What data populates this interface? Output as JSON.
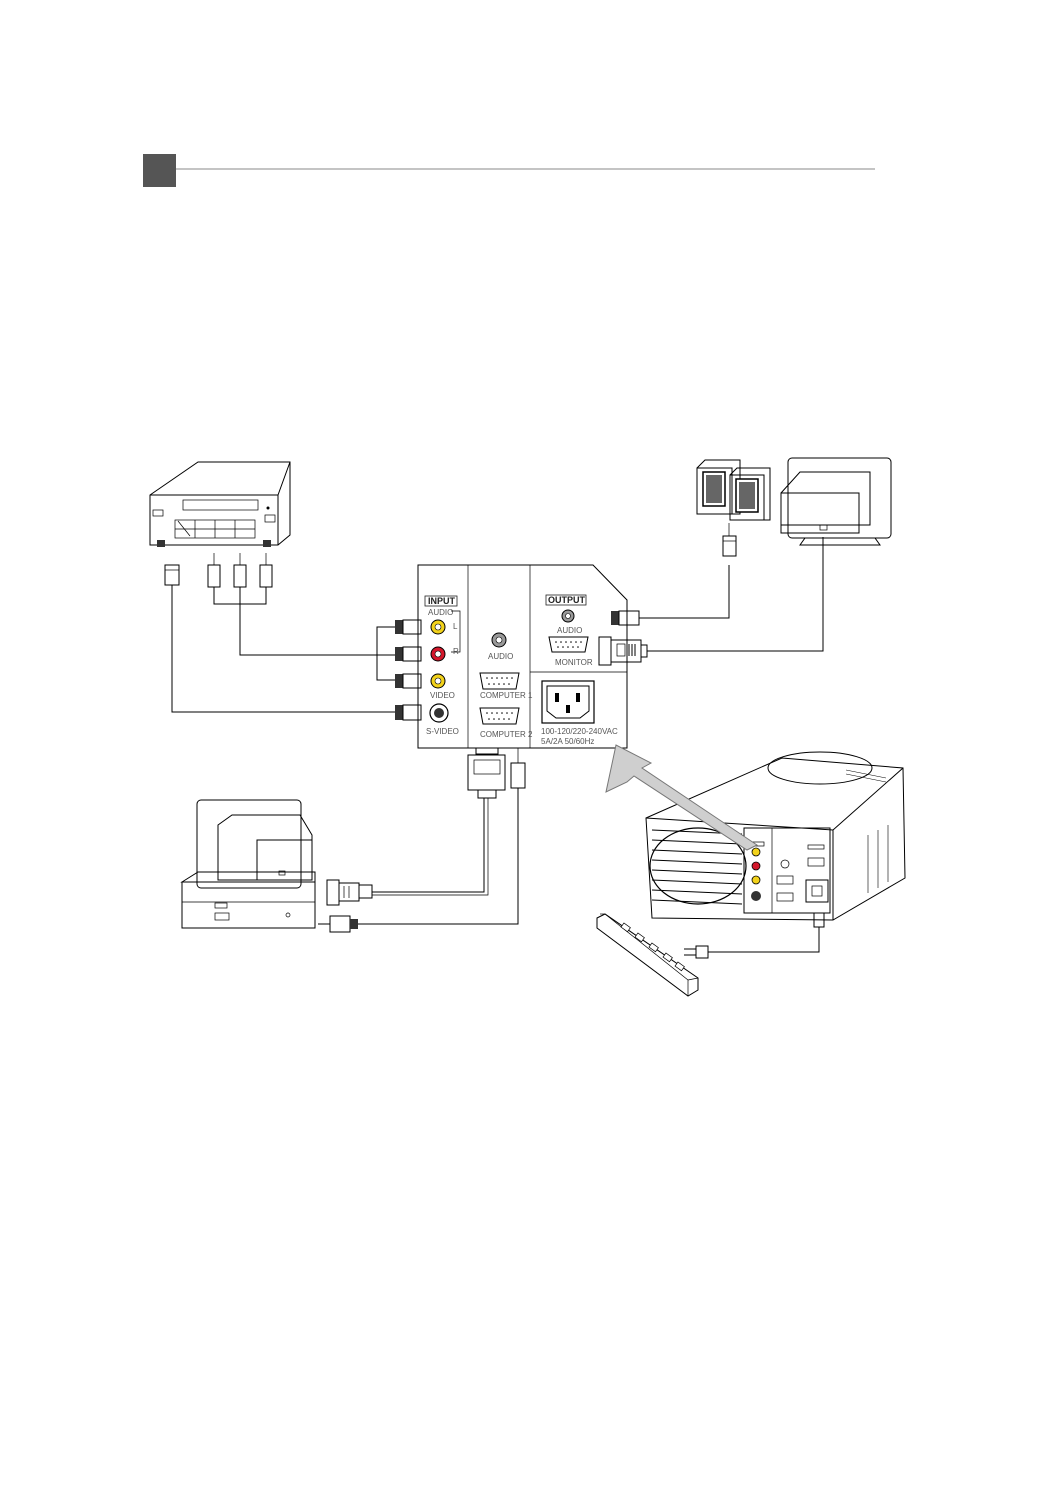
{
  "panel": {
    "input_heading": "INPUT",
    "output_heading": "OUTPUT",
    "audio_label": "AUDIO",
    "left_label": "L",
    "right_label": "R",
    "video_label": "VIDEO",
    "svideo_label": "S-VIDEO",
    "audio_center_label": "AUDIO",
    "computer1_label": "COMPUTER 1",
    "computer2_label": "COMPUTER 2",
    "output_audio_label": "AUDIO",
    "monitor_label": "MONITOR",
    "power_rating_line1": "100-120/220-240VAC",
    "power_rating_line2": "5A/2A    50/60Hz"
  },
  "colors": {
    "header_square": "#555555",
    "header_rule": "#888888",
    "panel_fill": "#f3f3f3",
    "arrow_fill": "#cfcfcf",
    "rca_yellow": "#f2d21b",
    "rca_red": "#d4182c"
  },
  "icons": {
    "vcr": "vcr-icon",
    "speakers": "speakers-icon",
    "monitor": "monitor-icon",
    "computer": "computer-icon",
    "projector": "projector-icon",
    "power_strip": "power-strip-icon",
    "arrow": "callout-arrow-icon"
  }
}
